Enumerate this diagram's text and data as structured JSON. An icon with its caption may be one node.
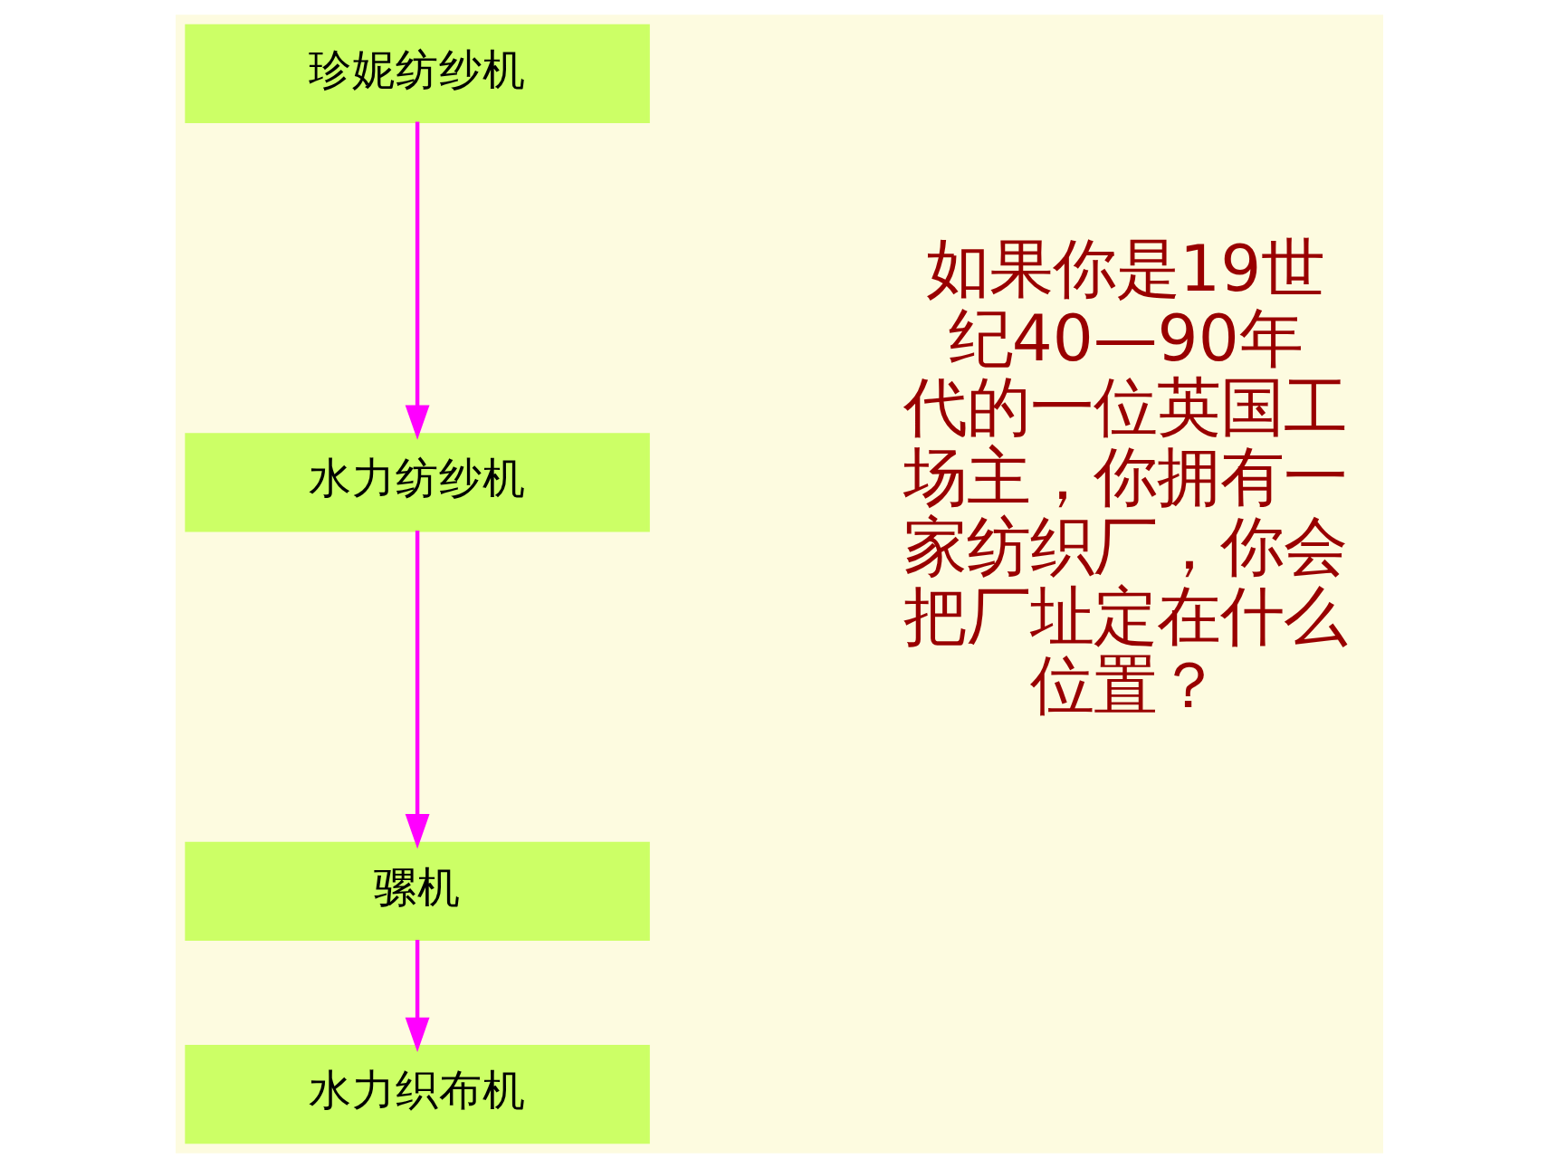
{
  "diagram": {
    "nodes": [
      {
        "text": [
          "珍妮纺纱机"
        ]
      },
      {
        "text": [
          "水力纺纱机"
        ]
      },
      {
        "text": [
          "骡机"
        ]
      },
      {
        "text": [
          "水力织布机"
        ]
      }
    ],
    "edges": [
      {
        "from": 0,
        "to": 1,
        "arrow": "to"
      },
      {
        "from": 1,
        "to": 2,
        "arrow": "to"
      },
      {
        "from": 2,
        "to": 3,
        "arrow": "to"
      }
    ],
    "labels": [
      "如果你是19世纪40—90年代的一位英国工场主，你拥有一家纺织厂，你会把厂址定在什么位置？"
    ]
  }
}
